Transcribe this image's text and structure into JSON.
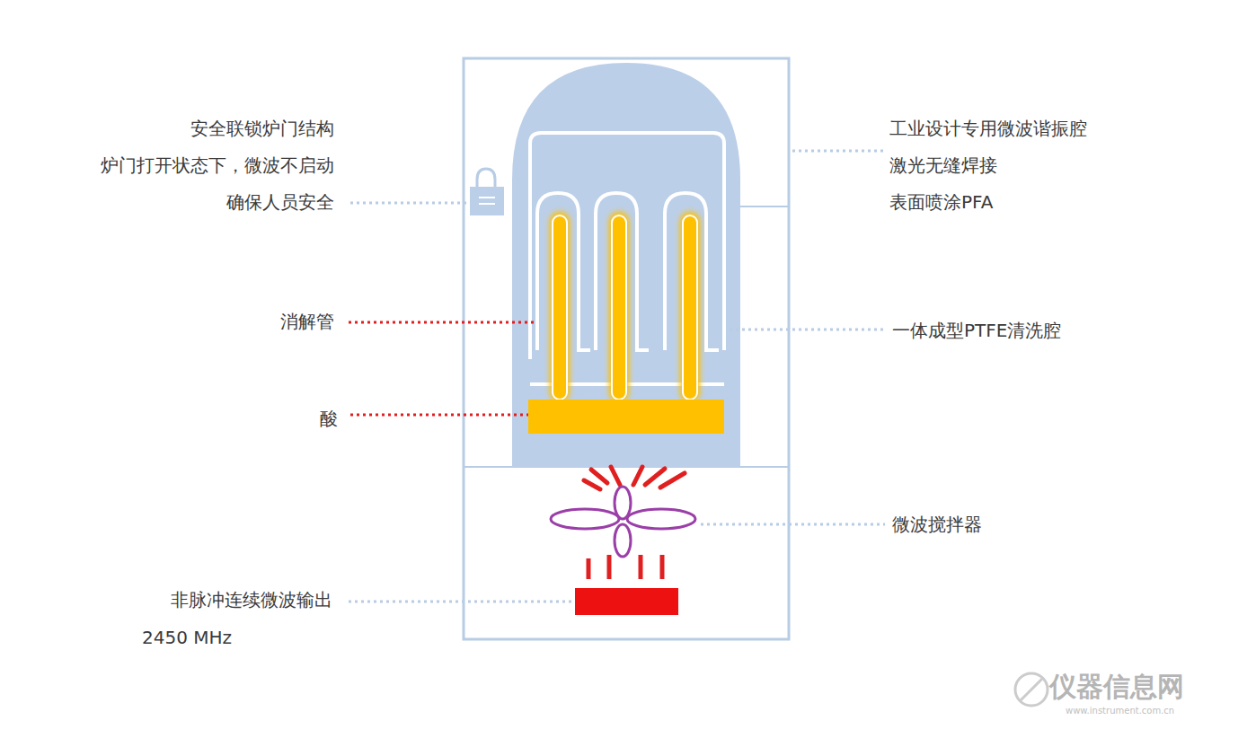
{
  "diagram": {
    "labels": [
      "安全联锁炉门结构",
      "炉门打开状态下，微波不启动",
      "确保人员安全",
      "工业设计专用微波谐振腔",
      "激光无缝焊接",
      "表面喷涂PFA",
      "消解管",
      "一体成型PTFE清洗腔",
      "酸",
      "微波搅拌器",
      "非脉冲连续微波输出",
      "2450 MHz",
      "仪器信息网",
      "www.instrument.com.cn"
    ]
  }
}
